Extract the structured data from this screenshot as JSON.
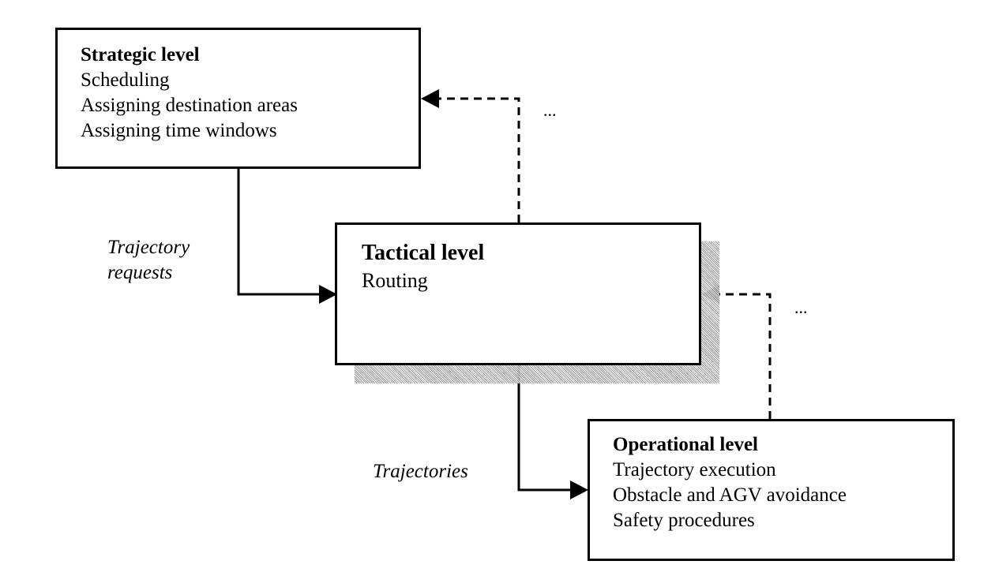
{
  "strategic": {
    "title": "Strategic level",
    "items": [
      "Scheduling",
      "Assigning destination areas",
      "Assigning time windows"
    ]
  },
  "tactical": {
    "title": "Tactical level",
    "items": [
      "Routing"
    ]
  },
  "operational": {
    "title": "Operational level",
    "items": [
      "Trajectory execution",
      "Obstacle and AGV avoidance",
      "Safety procedures"
    ]
  },
  "labels": {
    "trajectory_requests_line1": "Trajectory",
    "trajectory_requests_line2": "requests",
    "trajectories": "Trajectories"
  },
  "ellipses": {
    "feedback_strategic": "...",
    "feedback_tactical": "..."
  }
}
